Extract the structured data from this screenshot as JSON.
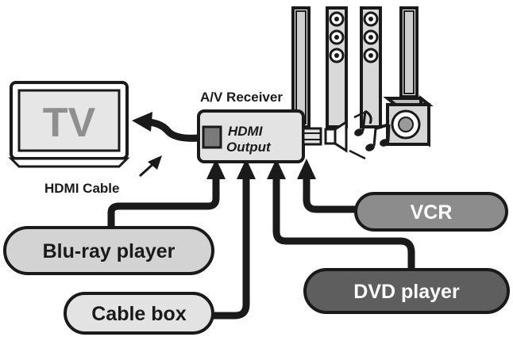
{
  "receiver": {
    "title": "A/V Receiver",
    "output_line1": "HDMI",
    "output_line2": "Output"
  },
  "tv": {
    "label": "TV"
  },
  "cable": {
    "label": "HDMI Cable"
  },
  "sources": [
    {
      "label": "Blu-ray player"
    },
    {
      "label": "Cable box"
    },
    {
      "label": "DVD player"
    },
    {
      "label": "VCR"
    }
  ],
  "colors": {
    "outline": "#1a1a1a",
    "light_fill": "#e3e3e3",
    "mid_fill": "#c9c9c9",
    "vcr_fill": "#8c8c8c",
    "dvd_fill": "#5e5e5e",
    "tv_text": "#8f8f8f",
    "white_text": "#ffffff"
  },
  "icons": [
    "tv-icon",
    "receiver-icon",
    "speaker-icon",
    "subwoofer-icon",
    "music-notes-icon"
  ]
}
